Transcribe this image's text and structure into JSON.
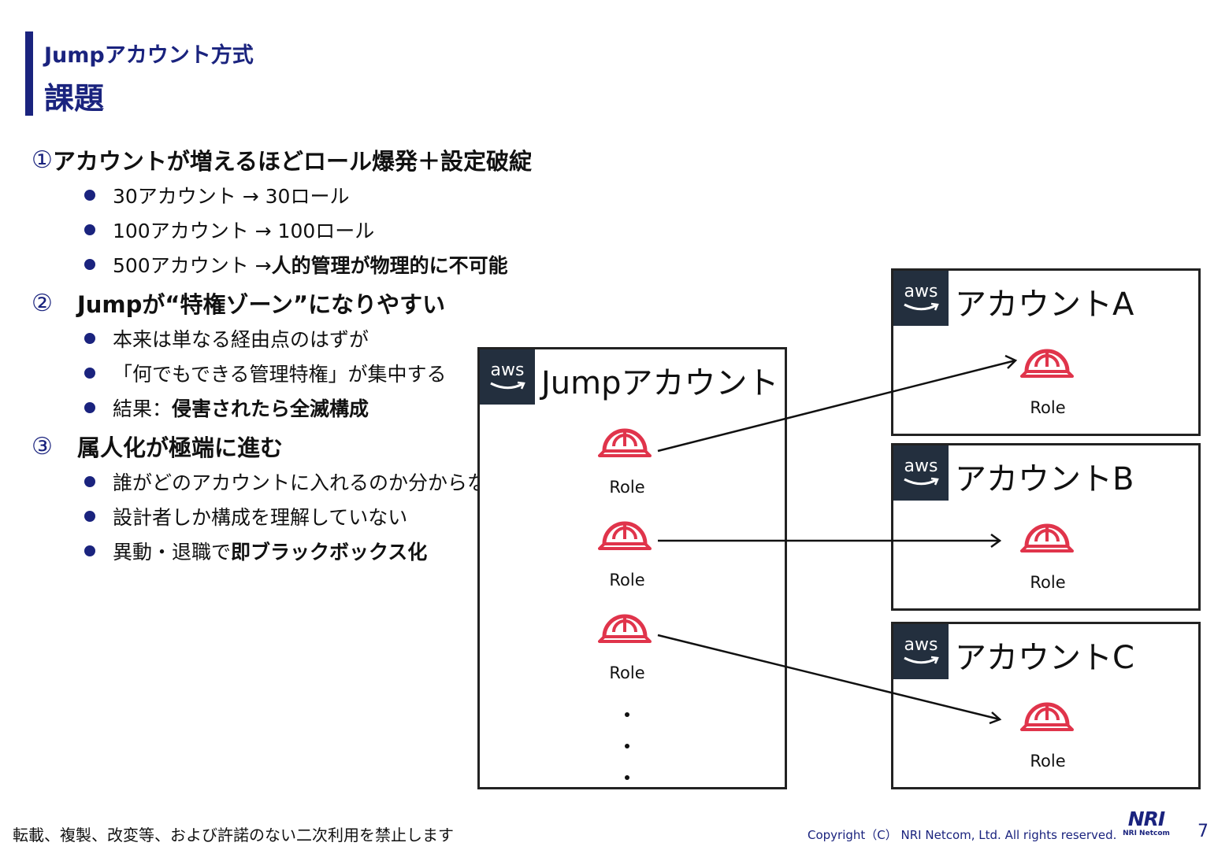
{
  "header": {
    "subtitle": "Jumpアカウント方式",
    "title": "課題"
  },
  "sections": [
    {
      "num": "①",
      "heading": "アカウントが増えるほどロール爆発＋設定破綻",
      "bullets": [
        {
          "text": "30アカウント → 30ロール",
          "bold": ""
        },
        {
          "text": "100アカウント → 100ロール",
          "bold": ""
        },
        {
          "text": "500アカウント → ",
          "bold": "人的管理が物理的に不可能"
        }
      ]
    },
    {
      "num": "②",
      "heading": "Jumpが“特権ゾーン”になりやすい",
      "bullets": [
        {
          "text": "本来は単なる経由点のはずが",
          "bold": ""
        },
        {
          "text": "「何でもできる管理特権」が集中する",
          "bold": ""
        },
        {
          "text": "結果：",
          "bold": "侵害されたら全滅構成"
        }
      ]
    },
    {
      "num": "③",
      "heading": "属人化が極端に進む",
      "bullets": [
        {
          "text": "誰がどのアカウントに入れるのか分からない",
          "bold": ""
        },
        {
          "text": "設計者しか構成を理解していない",
          "bold": ""
        },
        {
          "text": "異動・退職で ",
          "bold": "即ブラックボックス化"
        }
      ]
    }
  ],
  "diagram": {
    "aws_label": "aws",
    "jump": {
      "title": "Jumpアカウント",
      "roles": [
        "Role",
        "Role",
        "Role"
      ]
    },
    "accounts": [
      {
        "title": "アカウントA",
        "role": "Role"
      },
      {
        "title": "アカウントB",
        "role": "Role"
      },
      {
        "title": "アカウントC",
        "role": "Role"
      }
    ],
    "helmet_color": "#e0344b"
  },
  "footer": {
    "notice": "転載、複製、改変等、および許諾のない二次利用を禁止します",
    "copyright": "Copyright（C） NRI Netcom, Ltd. All rights reserved.",
    "logo_big": "NRI",
    "logo_small": "NRI Netcom",
    "page": "7"
  }
}
